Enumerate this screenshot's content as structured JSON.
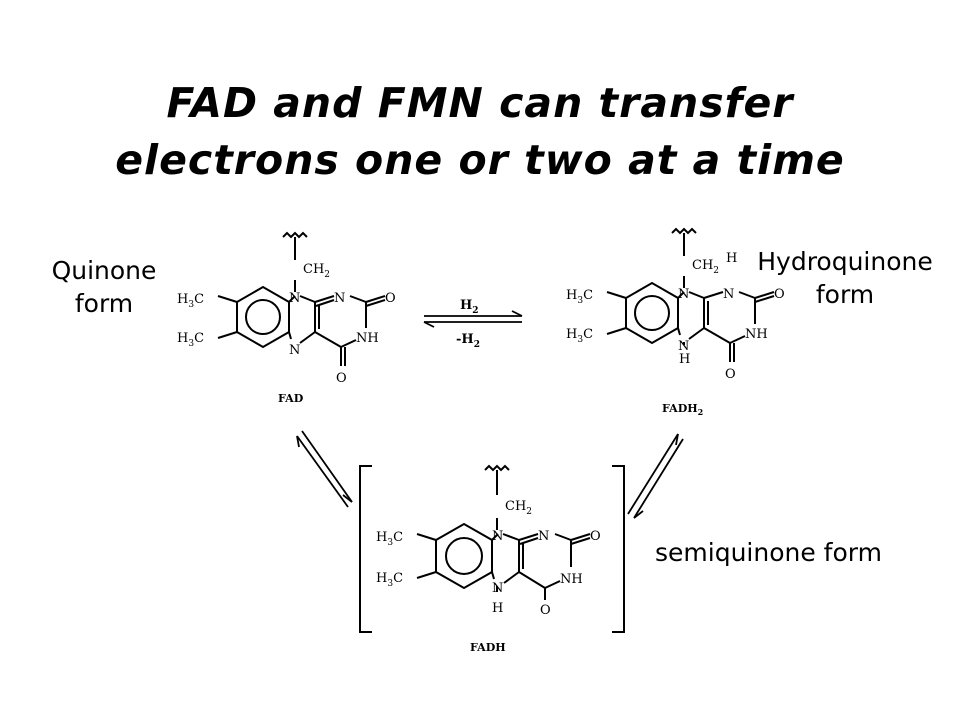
{
  "title": {
    "line1": "FAD and FMN can transfer",
    "line2": "electrons one or two at a time"
  },
  "labels": {
    "quinone_1": "Quinone",
    "quinone_2": "form",
    "hydroquinone_1": "Hydroquinone",
    "hydroquinone_2": "form",
    "semiquinone": "semiquinone form"
  },
  "molecules": {
    "fad": {
      "name": "FAD"
    },
    "fadh2": {
      "name": "FADH",
      "subscript": "2"
    },
    "fadh": {
      "name": "FADH"
    }
  },
  "atoms": {
    "N": "N",
    "NH": "NH",
    "H": "H",
    "O": "O",
    "CH": "CH",
    "two": "2",
    "H3C_H": "H",
    "H3C_3": "3",
    "H3C_C": "C"
  },
  "reaction": {
    "forward_H": "H",
    "forward_sub": "2",
    "reverse_prefix": "-H",
    "reverse_sub": "2"
  }
}
